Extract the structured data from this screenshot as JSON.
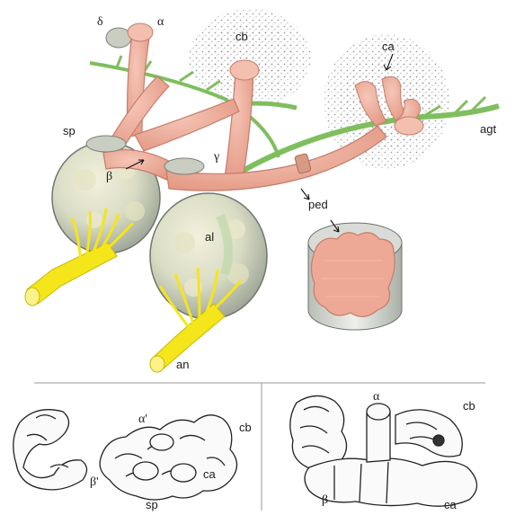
{
  "labels": {
    "delta": "δ",
    "alpha": "α",
    "cb": "cb",
    "ca": "ca",
    "sp": "sp",
    "gamma": "γ",
    "beta": "β",
    "agt": "agt",
    "ped": "ped",
    "al": "al",
    "an": "an"
  },
  "lower_left_labels": {
    "alpha_prime": "α'",
    "cb": "cb",
    "beta_prime": "β'",
    "ca": "ca",
    "sp": "sp"
  },
  "lower_right_labels": {
    "alpha": "α",
    "cb": "cb",
    "beta": "β",
    "ca": "ca"
  },
  "colors": {
    "lobe_pink": "#eaa593",
    "lobe_outline": "#c47d6c",
    "tract_green": "#7fbe5e",
    "antennal_yellow": "#f5e51b",
    "lobe_gray": "#c9cdc2",
    "calyx_stipple": "#9aa09c",
    "divider": "#9a9a9a"
  }
}
